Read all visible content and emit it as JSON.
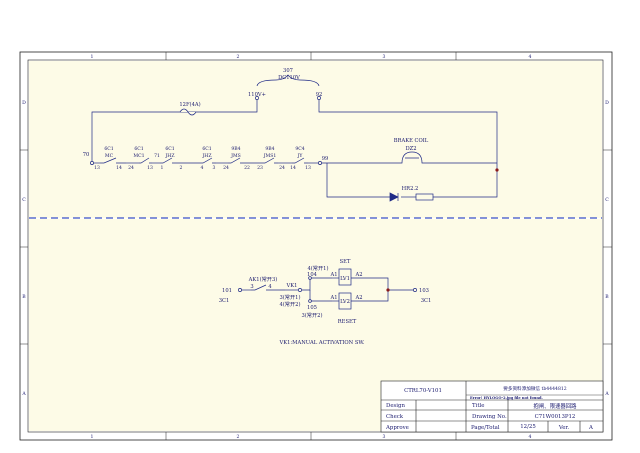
{
  "colors": {
    "wire": "#1f2a86",
    "frame": "#222222",
    "zone_fill": "#fdfbe7",
    "divider": "#3a50c8",
    "node": "#8b1a1a"
  },
  "frame": {
    "col_labels": [
      "1",
      "2",
      "3",
      "4"
    ],
    "row_labels": [
      "D",
      "C",
      "B",
      "A"
    ]
  },
  "upper": {
    "source_ref": "307",
    "source_voltage": "DC110V",
    "plus_terminal": "110V+",
    "minus_terminal": "92",
    "fuse_label": "12F(4A)",
    "left_wire": "70",
    "right_wire": "99",
    "contacts": [
      {
        "ref": "6C1",
        "name": "MC",
        "left": "13",
        "right": "14"
      },
      {
        "ref": "6C1",
        "name": "MC1",
        "left": "24",
        "right": "13"
      },
      {
        "ref": "6C1",
        "name": "JHZ",
        "left": "71",
        "right": "1",
        "mid": "2"
      },
      {
        "ref": "6C1",
        "name": "JHZ",
        "left": "4",
        "right": "3"
      },
      {
        "ref": "9B4",
        "name": "JMS",
        "left": "24",
        "right": "22"
      },
      {
        "ref": "9B4",
        "name": "JMS1",
        "left": "23",
        "right": "24"
      },
      {
        "ref": "9C4",
        "name": "JY",
        "left": "14",
        "right": "13"
      }
    ],
    "coil_title": "BRAKE COIL",
    "coil_ref": "DZ2",
    "diode_label": "HR2.2"
  },
  "lower": {
    "switch_ref": "AK1(常开3)",
    "switch_pin_left": "3",
    "switch_pin_right": "4",
    "input_wire": "101",
    "input_ref": "3C1",
    "vk_label": "VK1",
    "set_label": "SET",
    "reset_label": "RESET",
    "set_contact": "4(常开1)",
    "set_wire": "104",
    "reset_contact_a": "3(常开1)",
    "reset_contact_b": "4(常开2)",
    "reset_wire": "105",
    "reset_contact_c": "3(常开2)",
    "lv1": "LV1",
    "lv2": "LV2",
    "a1": "A1",
    "a2": "A2",
    "output_wire": "103",
    "output_ref": "3C1",
    "caption": "VK1:MANUAL ACTIVATION SW."
  },
  "title_block": {
    "drawing_id": "CTRL70-V101",
    "notice_line1": "要多资料添加微信 tb4444812",
    "notice_line2": "Error! HYLOGO-2.jpg file not found.",
    "design_label": "Design",
    "check_label": "Check",
    "approve_label": "Approve",
    "title_label": "Title",
    "title_value": "抱闸、限速器回路",
    "drawing_no_label": "Drawing No.",
    "drawing_no_value": "C71W0013P12",
    "page_label": "Page/Total",
    "page_value": "12/25",
    "ver_label": "Ver.",
    "ver_value": "A"
  }
}
